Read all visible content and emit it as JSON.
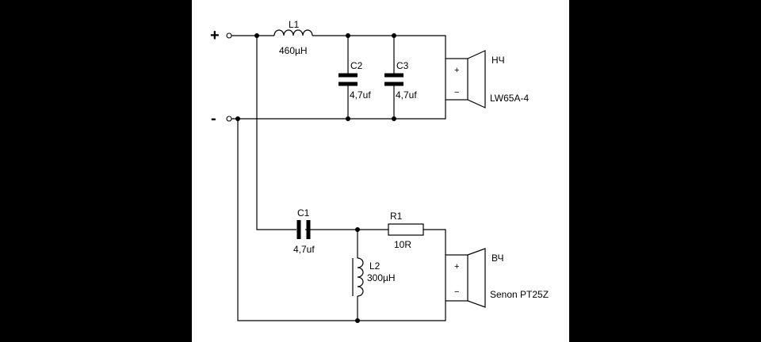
{
  "terminals": {
    "plus": "+",
    "minus": "-"
  },
  "components": {
    "L1": {
      "ref": "L1",
      "value": "460µH"
    },
    "C2": {
      "ref": "C2",
      "value": "4,7uf"
    },
    "C3": {
      "ref": "C3",
      "value": "4,7uf"
    },
    "C1": {
      "ref": "C1",
      "value": "4,7uf"
    },
    "R1": {
      "ref": "R1",
      "value": "10R"
    },
    "L2": {
      "ref": "L2",
      "value": "300µH"
    }
  },
  "speakers": {
    "woofer": {
      "band": "НЧ",
      "model": "LW65A-4",
      "plus": "+",
      "minus": "−"
    },
    "tweeter": {
      "band": "ВЧ",
      "model": "Senon PT25Z",
      "plus": "+",
      "minus": "−"
    }
  }
}
